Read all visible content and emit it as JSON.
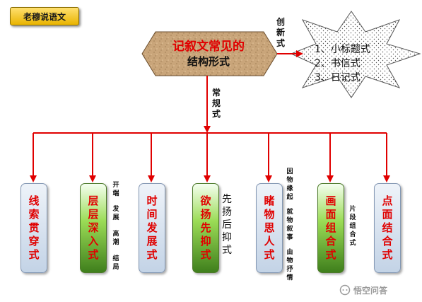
{
  "badge": "老穆说语文",
  "center": {
    "title": "记叙文常见的",
    "subtitle": "结构形式"
  },
  "label_innovative": "创新式",
  "label_regular": "常规式",
  "innovative_items": [
    "1、小标题式",
    "2、书信式",
    "3、日记式"
  ],
  "boxes": [
    {
      "label": "线索贯穿式",
      "style": "blue"
    },
    {
      "label": "层层深入式",
      "style": "green"
    },
    {
      "label": "时间发展式",
      "style": "blue"
    },
    {
      "label": "欲扬先抑式",
      "style": "green"
    },
    {
      "label": "睹物思人式",
      "style": "blue"
    },
    {
      "label": "画面组合式",
      "style": "green"
    },
    {
      "label": "点面结合式",
      "style": "blue"
    }
  ],
  "notes": {
    "layered": [
      "开端",
      "发展",
      "高潮",
      "结局"
    ],
    "suppress": "先扬后抑式",
    "object": [
      "因物缘起",
      "就物叙事",
      "由物抒情"
    ],
    "montage": "片段组合式"
  },
  "colors": {
    "arrow": "#e00000",
    "hexagon": "#c9a57a",
    "blue_box": "#c3d3e6",
    "green_box": "#6db33f",
    "title_red": "#e00000"
  },
  "watermark": "悟空问答"
}
